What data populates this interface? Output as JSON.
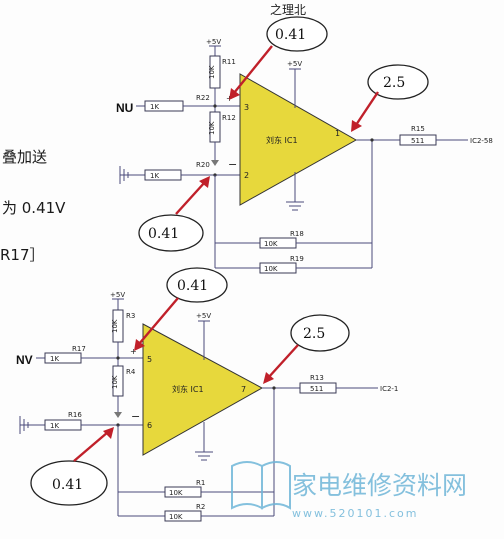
{
  "side_text": {
    "line1": "叠加送",
    "line2": "为 0.41V",
    "line3": "R17］"
  },
  "top_fragment": "之理北",
  "watermark": {
    "main": "家电维修资料网",
    "sub": "www.520101.com"
  },
  "callouts": [
    "0.41",
    "2.5",
    "0.41",
    "0.41",
    "2.5",
    "0.41"
  ],
  "amp1": {
    "label": "刘东 IC1",
    "supply_left": "+5V",
    "supply_right": "+5V",
    "input_net": "NU",
    "pins": {
      "plus": "3",
      "minus": "2",
      "out": "1"
    },
    "signs": {
      "plus": "+",
      "minus": "−"
    },
    "output_net": "IC2-58",
    "resistors": [
      {
        "ref": "R11",
        "value": "10K"
      },
      {
        "ref": "R12",
        "value": "10K"
      },
      {
        "ref": "R22",
        "value": "1K"
      },
      {
        "ref": "R20",
        "value": "1K"
      },
      {
        "ref": "R15",
        "value": "511"
      },
      {
        "ref": "R18",
        "value": "10K"
      },
      {
        "ref": "R19",
        "value": "10K"
      }
    ]
  },
  "amp2": {
    "label": "刘东 IC1",
    "supply_left": "+5V",
    "supply_right": "+5V",
    "input_net": "NV",
    "pins": {
      "plus": "5",
      "minus": "6",
      "out": "7"
    },
    "signs": {
      "plus": "+",
      "minus": "−"
    },
    "output_net": "IC2-1",
    "resistors": [
      {
        "ref": "R3",
        "value": "10K"
      },
      {
        "ref": "R4",
        "value": "10K"
      },
      {
        "ref": "R17",
        "value": "1K"
      },
      {
        "ref": "R16",
        "value": "1K"
      },
      {
        "ref": "R13",
        "value": "511"
      },
      {
        "ref": "R1",
        "value": "10K"
      },
      {
        "ref": "R2",
        "value": "10K"
      }
    ]
  }
}
